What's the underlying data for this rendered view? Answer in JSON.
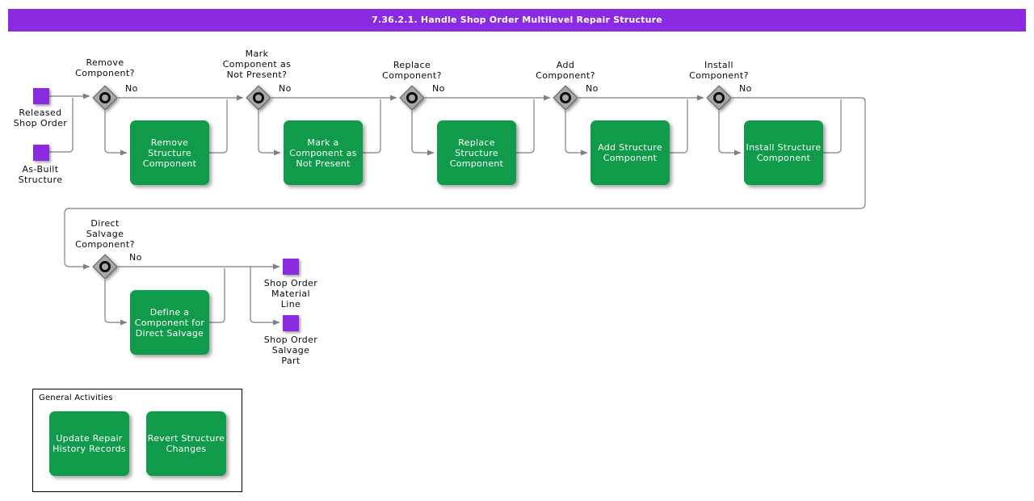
{
  "title_bar": {
    "title": "7.36.2.1. Handle Shop Order Multilevel Repair Structure"
  },
  "colors": {
    "title_bar_purple": "#8a2be2",
    "event_purple": "#8a2be2",
    "activity_green": "#0f9b4a",
    "connector_gray": "#7f7f7f",
    "decision_gray": "#a8a8a8"
  },
  "events": [
    {
      "label": "Released\nShop Order"
    },
    {
      "label": "As-Built\nStructure"
    },
    {
      "label": "Shop Order\nMaterial\nLine"
    },
    {
      "label": "Shop Order\nSalvage\nPart"
    }
  ],
  "decisions": [
    {
      "question": "Remove\nComponent?",
      "no_label": "No"
    },
    {
      "question": "Mark\nComponent as\nNot Present?",
      "no_label": "No"
    },
    {
      "question": "Replace\nComponent?",
      "no_label": "No"
    },
    {
      "question": "Add\nComponent?",
      "no_label": "No"
    },
    {
      "question": "Install\nComponent?",
      "no_label": "No"
    },
    {
      "question": "Direct\nSalvage\nComponent?",
      "no_label": "No"
    }
  ],
  "activities": [
    {
      "label": "Remove\nStructure\nComponent"
    },
    {
      "label": "Mark a\nComponent as\nNot Present"
    },
    {
      "label": "Replace\nStructure\nComponent"
    },
    {
      "label": "Add Structure\nComponent"
    },
    {
      "label": "Install Structure\nComponent"
    },
    {
      "label": "Define a\nComponent for\nDirect Salvage"
    }
  ],
  "general": {
    "label": "General Activities",
    "activities": [
      {
        "label": "Update Repair\nHistory Records"
      },
      {
        "label": "Revert Structure\nChanges"
      }
    ]
  }
}
